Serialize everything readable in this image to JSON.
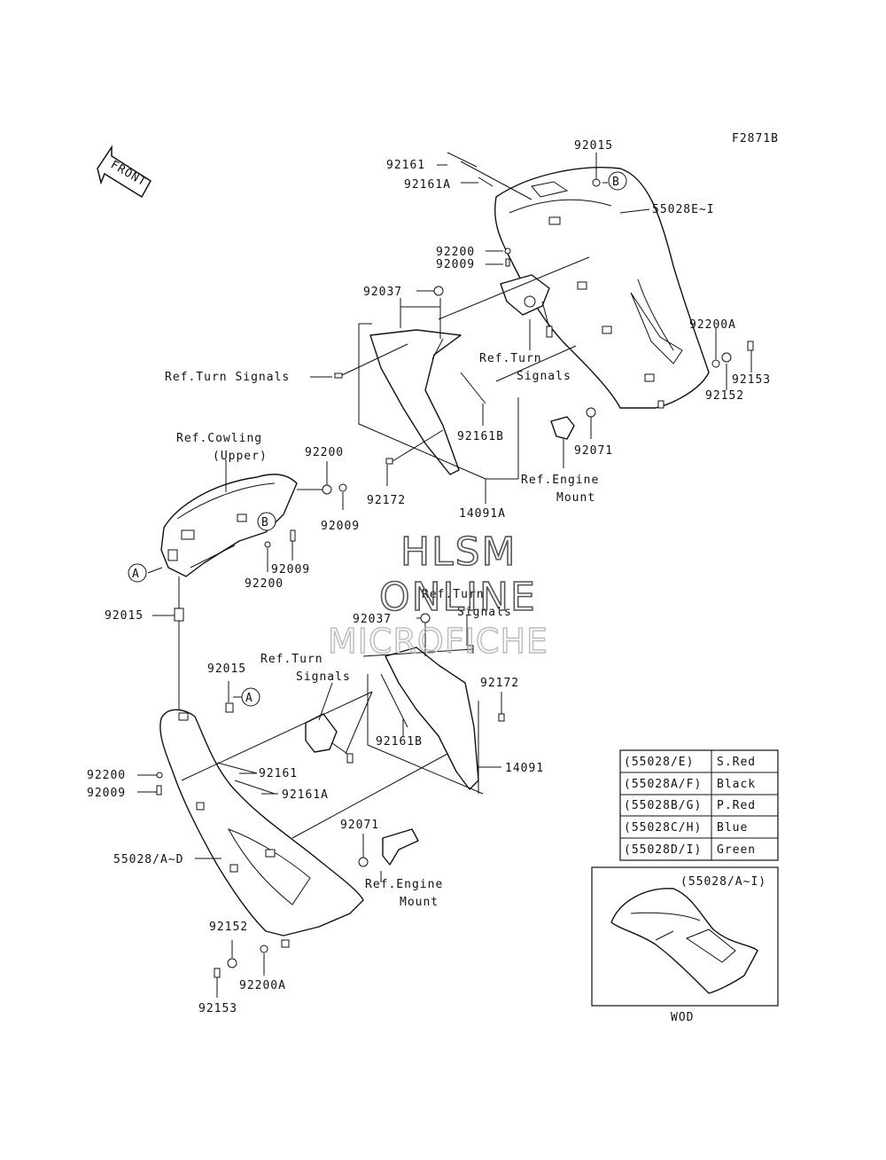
{
  "figure_code": "F2871B",
  "front_label": "FRONT",
  "watermark": {
    "line1": "HLSM",
    "line2": "ONLINE",
    "line3": "MICROFICHE"
  },
  "labels": {
    "p92161_top": "92161",
    "p92161A_top": "92161A",
    "p92015_top": "92015",
    "p55028EI": "55028E~I",
    "p92200_top": "92200",
    "p92009_top": "92009",
    "p92037_top": "92037",
    "ref_turn_signals_left": "Ref.Turn Signals",
    "ref_turn_upper_1": "Ref.Turn",
    "ref_turn_upper_2": "Signals",
    "p92200A_top": "92200A",
    "p92153_top": "92153",
    "p92152_top": "92152",
    "p92161B_top": "92161B",
    "p92071_top": "92071",
    "ref_engine_top_1": "Ref.Engine",
    "ref_engine_top_2": "Mount",
    "p92172_top": "92172",
    "p14091A": "14091A",
    "ref_cowling_1": "Ref.Cowling",
    "ref_cowling_2": "(Upper)",
    "p92200_mid": "92200",
    "p92009_mid": "92009",
    "p92009_mid2": "92009",
    "p92200_mid2": "92200",
    "p92015_mid": "92015",
    "ref_turn_mid_1": "Ref.Turn",
    "ref_turn_mid_2": "Signals",
    "p92037_mid": "92037",
    "p92015_low": "92015",
    "ref_turn_low_1": "Ref.Turn",
    "ref_turn_low_2": "Signals",
    "p92172_low": "92172",
    "p92161B_low": "92161B",
    "p14091": "14091",
    "p92200_low": "92200",
    "p92161_low": "92161",
    "p92009_low": "92009",
    "p92161A_low": "92161A",
    "p92071_low": "92071",
    "p55028AD": "55028/A~D",
    "ref_engine_low_1": "Ref.Engine",
    "ref_engine_low_2": "Mount",
    "p92152_low": "92152",
    "p92200A_low": "92200A",
    "p92153_low": "92153",
    "callout_A": "A",
    "callout_B": "B"
  },
  "color_table": {
    "rows": [
      {
        "code": "(55028/E)",
        "color": "S.Red"
      },
      {
        "code": "(55028A/F)",
        "color": "Black"
      },
      {
        "code": "(55028B/G)",
        "color": "P.Red"
      },
      {
        "code": "(55028C/H)",
        "color": "Blue"
      },
      {
        "code": "(55028D/I)",
        "color": "Green"
      }
    ]
  },
  "inset": {
    "title": "(55028/A~I)",
    "caption": "WOD"
  }
}
